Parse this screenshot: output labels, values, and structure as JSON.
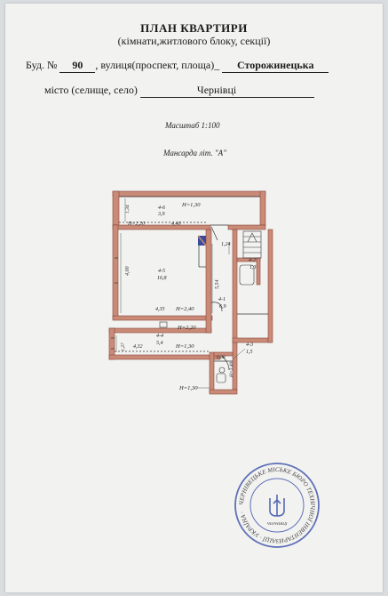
{
  "header": {
    "title": "ПЛАН КВАРТИРИ",
    "subtitle": "(кімнати,житлового блоку, секції)"
  },
  "address": {
    "building_label": "Буд. №",
    "building_number": "90",
    "street_label": ", вулиця(проспект, площа)_",
    "street_value": "Сторожинецька",
    "city_label": "місто (селище, село)",
    "city_value": "Чернівці"
  },
  "meta": {
    "scale": "Масштаб  1:100",
    "floor": "Мансарда   літ. \"А\""
  },
  "plan": {
    "rooms": [
      {
        "id": "4-6",
        "area": "3,9"
      },
      {
        "id": "4-5",
        "area": "16,8"
      },
      {
        "id": "4-1",
        "area": "6,9"
      },
      {
        "id": "4-2",
        "area": "1,3"
      },
      {
        "id": "4-4",
        "area": "5,4"
      },
      {
        "id": "4-3",
        "area": "1,5"
      }
    ],
    "heights": {
      "h130_top": "H=1,30",
      "h220_top": "H=2,20",
      "h240": "H=2,40",
      "h220_mid": "H=2,20",
      "h130_mid": "H=1,30",
      "h240_v": "H=2,40",
      "h130_bottom": "H=1,30"
    },
    "dimensions": {
      "d134": "1,34",
      "d440": "4,40",
      "d124": "1,24",
      "d400": "4,00",
      "d554": "5,54",
      "d435": "4,35",
      "d127": "1,27",
      "d432": "4,32",
      "d088": "0,88"
    },
    "colors": {
      "wall": "#c98a78",
      "wall_stroke": "#8a4a3a",
      "line": "#333333"
    }
  },
  "stamp": {
    "text": "ЧЕРНІВЕЦЬКЕ МІСЬКЕ БЮРО ТЕХНІЧНОЇ ІНВЕНТАРИЗАЦІЇ · УКРАЇНА ·",
    "center": "ЧЕРНІВЦІ",
    "color": "#3a4fa8"
  }
}
